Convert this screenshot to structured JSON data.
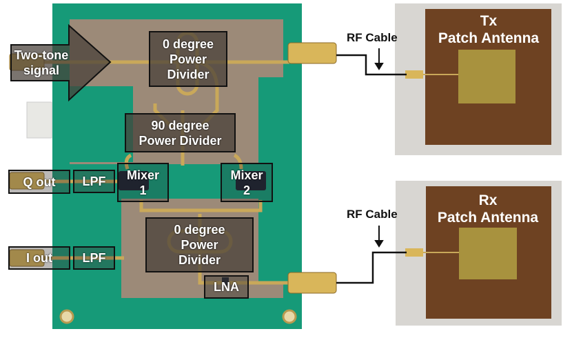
{
  "pcb": {
    "input_label": [
      "Two-tone",
      "signal"
    ],
    "top_divider": [
      "0 degree",
      "Power",
      "Divider"
    ],
    "quad_divider": [
      "90 degree",
      "Power Divider"
    ],
    "mixer1": [
      "Mixer",
      "1"
    ],
    "mixer2": [
      "Mixer",
      "2"
    ],
    "q_out": "Q out",
    "i_out": "I out",
    "lpf_q": "LPF",
    "lpf_i": "LPF",
    "bottom_divider": [
      "0 degree",
      "Power",
      "Divider"
    ],
    "lna": "LNA"
  },
  "tx": {
    "title": [
      "Tx",
      "Patch Antenna"
    ],
    "cable_label": "RF Cable"
  },
  "rx": {
    "title": [
      "Rx",
      "Patch Antenna"
    ],
    "cable_label": "RF Cable"
  },
  "colors": {
    "pcb_green": "#169a78",
    "substrate": "#9c8a78",
    "copper": "#c9a85a",
    "antenna_substrate": "#6e4222",
    "patch": "#a8923e"
  }
}
